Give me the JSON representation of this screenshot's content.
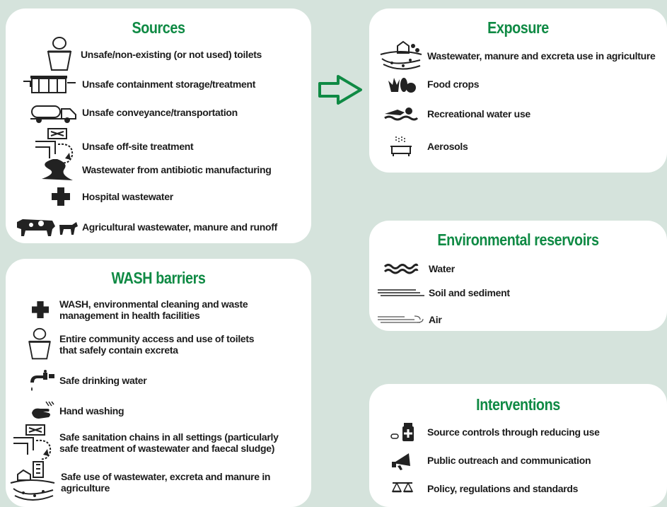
{
  "colors": {
    "background": "#d5e3dc",
    "title": "#0f8a44",
    "arrow": "#0f8a44",
    "panel": "#ffffff",
    "text": "#1c1c1c"
  },
  "sources": {
    "title": "Sources",
    "items": [
      {
        "icon": "toilet-icon",
        "label": "Unsafe/non-existing (or not used) toilets"
      },
      {
        "icon": "containment-tank-icon",
        "label": "Unsafe containment storage/treatment"
      },
      {
        "icon": "tanker-truck-icon",
        "label": "Unsafe conveyance/transportation"
      },
      {
        "icon": "treatment-plant-icon",
        "label": "Unsafe off-site treatment"
      },
      {
        "icon": "river-discharge-icon",
        "label": "Wastewater from antibiotic manufacturing"
      },
      {
        "icon": "medical-cross-icon",
        "label": "Hospital wastewater"
      },
      {
        "icon": "livestock-icon",
        "label": "Agricultural wastewater, manure and runoff"
      }
    ]
  },
  "exposure": {
    "title": "Exposure",
    "items": [
      {
        "icon": "irrigated-field-icon",
        "label": "Wastewater, manure and excreta use in agriculture"
      },
      {
        "icon": "vegetables-icon",
        "label": "Food crops"
      },
      {
        "icon": "swimmer-icon",
        "label": "Recreational water use"
      },
      {
        "icon": "aerosol-basin-icon",
        "label": "Aerosols"
      }
    ]
  },
  "environmental_reservoirs": {
    "title": "Environmental reservoirs",
    "items": [
      {
        "icon": "water-waves-icon",
        "label": "Water"
      },
      {
        "icon": "soil-layers-icon",
        "label": "Soil and sediment"
      },
      {
        "icon": "air-wind-icon",
        "label": "Air"
      }
    ]
  },
  "wash_barriers": {
    "title": "WASH barriers",
    "items": [
      {
        "icon": "medical-cross-icon",
        "label": "WASH, environmental cleaning and waste management in health facilities"
      },
      {
        "icon": "toilet-icon",
        "label": "Entire community access and use of toilets that safely contain excreta"
      },
      {
        "icon": "water-tap-icon",
        "label": "Safe drinking water"
      },
      {
        "icon": "hand-washing-icon",
        "label": "Hand washing"
      },
      {
        "icon": "treatment-plant-icon",
        "label": "Safe sanitation chains in all settings  (particularly safe treatment of wastewater and faecal sludge)"
      },
      {
        "icon": "irrigated-field-icon",
        "label": "Safe use of wastewater, excreta and manure in agriculture"
      }
    ]
  },
  "interventions": {
    "title": "Interventions",
    "items": [
      {
        "icon": "medicine-bottle-icon",
        "label": "Source controls through reducing use"
      },
      {
        "icon": "megaphone-icon",
        "label": "Public outreach and communication"
      },
      {
        "icon": "scales-icon",
        "label": "Policy, regulations and standards"
      }
    ]
  }
}
